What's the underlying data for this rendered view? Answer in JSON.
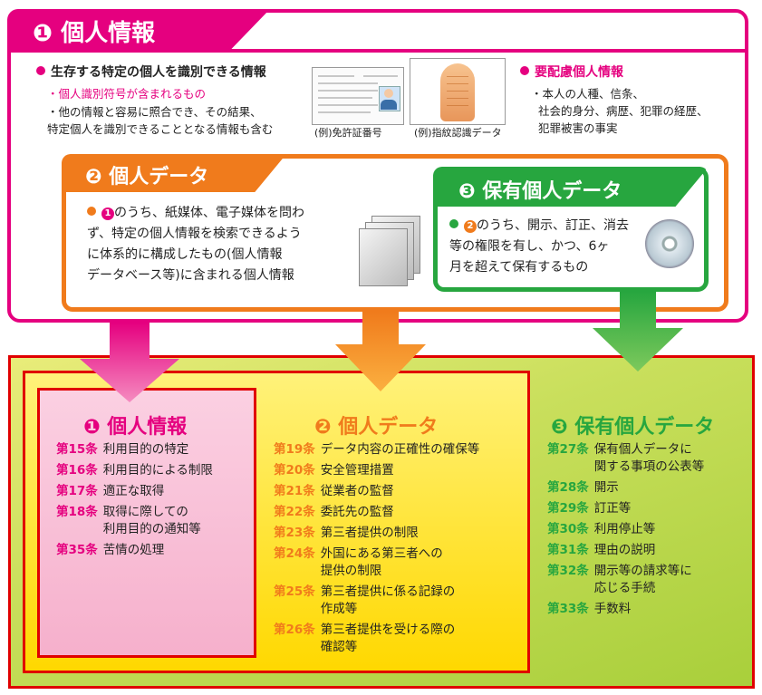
{
  "top": {
    "title": "❶ 個人情報",
    "left_heading": "生存する特定の個人を識別できる情報",
    "left_sub_red": "・個人識別符号が含まれるもの",
    "left_sub_lines": [
      "・他の情報と容易に照合でき、その結果、",
      "特定個人を識別できることとなる情報も含む"
    ],
    "license_caption": "(例)免許証番号",
    "fingerprint_caption": "(例)指紋認識データ",
    "right_heading": "要配慮個人情報",
    "right_lines": [
      "・本人の人種、信条、",
      "社会的身分、病歴、犯罪の経歴、",
      "犯罪被害の事実"
    ]
  },
  "orange": {
    "title": "❷ 個人データ",
    "text_lines": [
      "のうち、紙媒体、電子媒体を問わ",
      "ず、特定の個人情報を検索できるよう",
      "に体系的に構成したもの(個人情報",
      "データベース等)に含まれる個人情報"
    ],
    "circ": "1"
  },
  "green": {
    "title": "❸ 保有個人データ",
    "text_lines": [
      "のうち、開示、訂正、消去",
      "等の権限を有し、かつ、6ヶ",
      "月を超えて保有するもの"
    ],
    "circ": "2"
  },
  "bottom": {
    "col1": {
      "title": "❶ 個人情報",
      "articles": [
        {
          "no": "第15条",
          "text": [
            "利用目的の特定"
          ]
        },
        {
          "no": "第16条",
          "text": [
            "利用目的による制限"
          ]
        },
        {
          "no": "第17条",
          "text": [
            "適正な取得"
          ]
        },
        {
          "no": "第18条",
          "text": [
            "取得に際しての",
            "利用目的の通知等"
          ]
        },
        {
          "no": "第35条",
          "text": [
            "苦情の処理"
          ]
        }
      ]
    },
    "col2": {
      "title": "❷ 個人データ",
      "articles": [
        {
          "no": "第19条",
          "text": [
            "データ内容の正確性の確保等"
          ]
        },
        {
          "no": "第20条",
          "text": [
            "安全管理措置"
          ]
        },
        {
          "no": "第21条",
          "text": [
            "従業者の監督"
          ]
        },
        {
          "no": "第22条",
          "text": [
            "委託先の監督"
          ]
        },
        {
          "no": "第23条",
          "text": [
            "第三者提供の制限"
          ]
        },
        {
          "no": "第24条",
          "text": [
            "外国にある第三者への",
            "提供の制限"
          ]
        },
        {
          "no": "第25条",
          "text": [
            "第三者提供に係る記録の",
            "作成等"
          ]
        },
        {
          "no": "第26条",
          "text": [
            "第三者提供を受ける際の",
            "確認等"
          ]
        }
      ]
    },
    "col3": {
      "title": "❸ 保有個人データ",
      "articles": [
        {
          "no": "第27条",
          "text": [
            "保有個人データに",
            "関する事項の公表等"
          ]
        },
        {
          "no": "第28条",
          "text": [
            "開示"
          ]
        },
        {
          "no": "第29条",
          "text": [
            "訂正等"
          ]
        },
        {
          "no": "第30条",
          "text": [
            "利用停止等"
          ]
        },
        {
          "no": "第31条",
          "text": [
            "理由の説明"
          ]
        },
        {
          "no": "第32条",
          "text": [
            "開示等の請求等に",
            "応じる手続"
          ]
        },
        {
          "no": "第33条",
          "text": [
            "手数料"
          ]
        }
      ]
    }
  },
  "colors": {
    "magenta": "#e5007f",
    "orange": "#f07b1c",
    "green": "#27a63f",
    "red": "#e00000"
  }
}
